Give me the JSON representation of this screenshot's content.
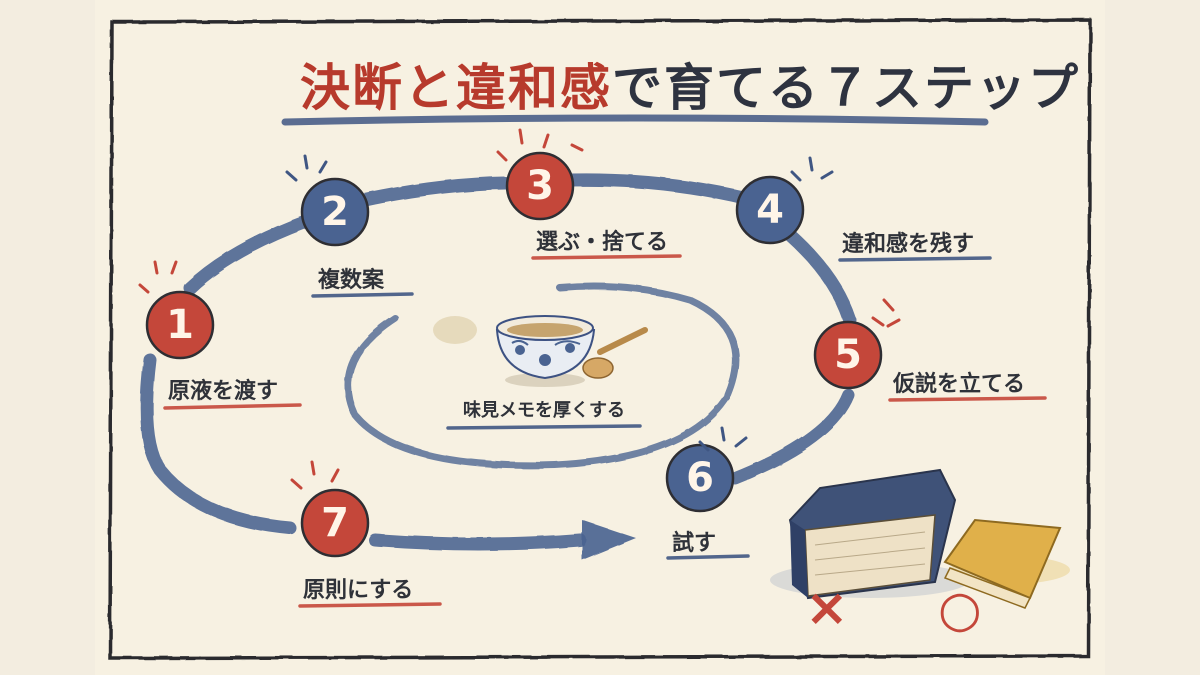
{
  "title": {
    "part1": "決断と",
    "part2": "違和感",
    "part3": "で育てる７ステップ"
  },
  "steps": [
    {
      "number": "1",
      "label": "原液を渡す"
    },
    {
      "number": "2",
      "label": "複数案"
    },
    {
      "number": "3",
      "label": "選ぶ・捨てる"
    },
    {
      "number": "4",
      "label": "違和感を残す"
    },
    {
      "number": "5",
      "label": "仮説を立てる"
    },
    {
      "number": "6",
      "label": "試す"
    },
    {
      "number": "7",
      "label": "原則にする"
    }
  ],
  "center": {
    "label": "味見メモを厚くする",
    "icon": "tea-bowl-with-spoon-icon"
  },
  "symbols": {
    "cross": "×",
    "circle": "○"
  },
  "colors": {
    "red": "#b73a2c",
    "navy": "#3f5683",
    "paper": "#f3ede0",
    "ink": "#2f3239"
  }
}
